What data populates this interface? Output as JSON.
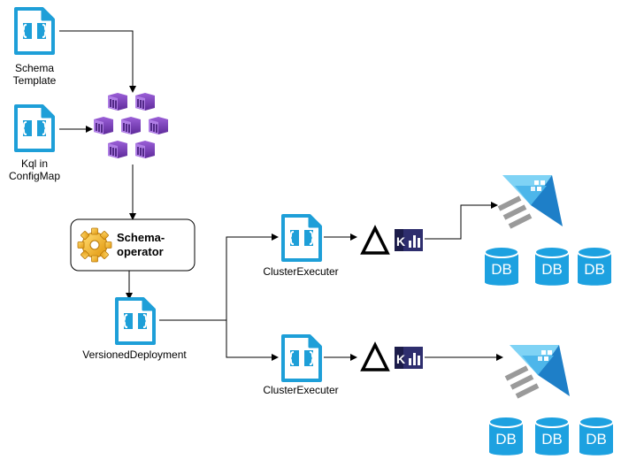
{
  "nodes": {
    "schema_template": [
      "Schema",
      "Template"
    ],
    "kql_configmap": [
      "Kql in",
      "ConfigMap"
    ],
    "schema_operator": [
      "Schema-",
      "operator"
    ],
    "versioned_deployment": "VersionedDeployment",
    "cluster_executer_top": "ClusterExecuter",
    "cluster_executer_bottom": "ClusterExecuter"
  },
  "db_label": "DB",
  "icons": {
    "config_file": "json-file-icon",
    "kubernetes": "aks-cluster-icon",
    "operator": "gear-icon",
    "delta": "delta-icon",
    "kusto": "kusto-kql-icon",
    "explorer": "data-explorer-icon",
    "database": "database-icon"
  },
  "colors": {
    "file_icon": "#1E9FD8",
    "aks": "#7B3FB5",
    "explorer_light": "#66C8F0",
    "explorer_dark": "#1E7FC8",
    "db": "#1DA1E0",
    "kusto_bg": "#2E2E6E"
  }
}
